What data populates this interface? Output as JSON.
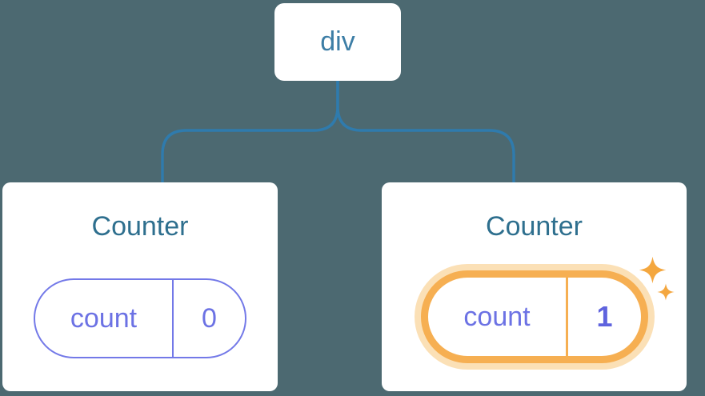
{
  "diagram": {
    "description": "React component tree diagram: a div root element with two Counter children, each holding a count state pill; the second Counter's state was just updated",
    "root_node": {
      "label": "div"
    },
    "counters": [
      {
        "title": "Counter",
        "state_key": "count",
        "state_value": "0",
        "highlighted": false
      },
      {
        "title": "Counter",
        "state_key": "count",
        "state_value": "1",
        "highlighted": true
      }
    ],
    "icons": {
      "sparkle_large": "sparkle-icon",
      "sparkle_small": "sparkle-icon"
    }
  },
  "colors": {
    "background": "#4C6971",
    "connector": "#2F7BAD",
    "card_bg": "#FFFFFF",
    "node_label": "#3D7EA6",
    "title": "#2E6F8E",
    "purple": "#6C72E4",
    "purple_border": "#7379E8",
    "purple_strong": "#5F63DE",
    "orange": "#F6AF52",
    "orange_glow": "#FBE0B6",
    "sparkle": "#F4A73F"
  }
}
